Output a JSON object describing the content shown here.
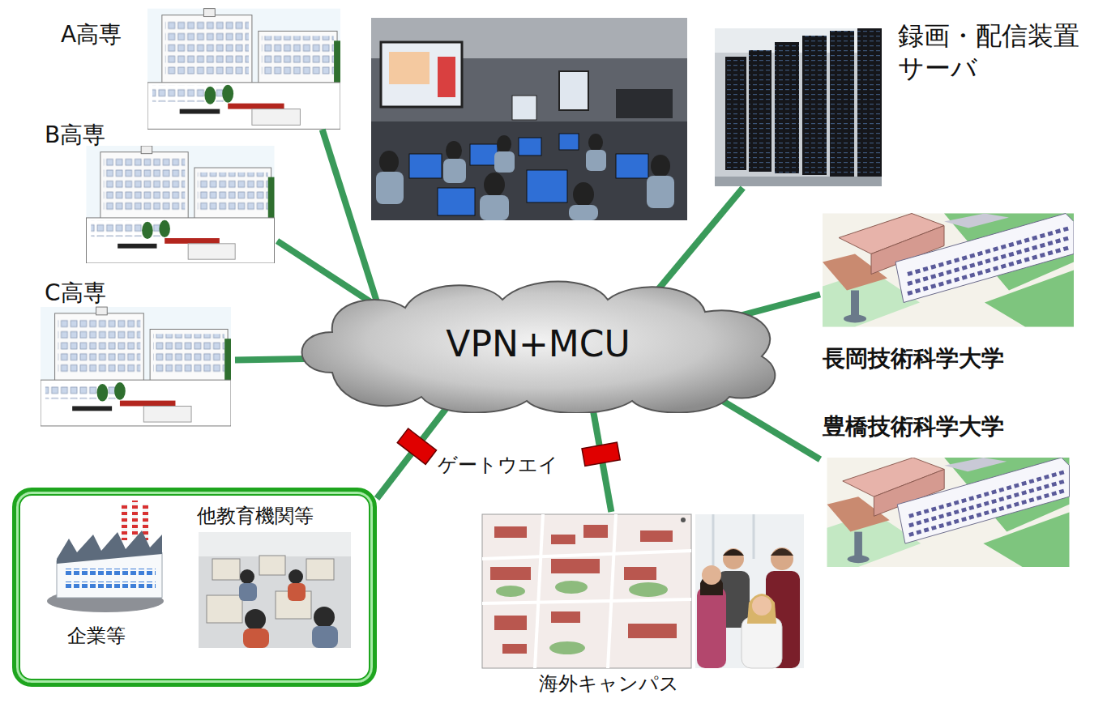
{
  "diagram": {
    "nodes": [
      {
        "text": [
          "A高専"
        ]
      },
      {
        "text": [
          "B高専"
        ]
      },
      {
        "text": [
          "C高専"
        ]
      },
      {
        "text": [
          "VPN+MCU"
        ]
      },
      {
        "text": [
          "録画・配信装置 サーバ"
        ]
      },
      {
        "text": [
          "長岡技術科学大学"
        ]
      },
      {
        "text": [
          "豊橋技術科学大学"
        ]
      },
      {
        "text": [
          "他教育機関等",
          "企業等"
        ]
      },
      {
        "text": [
          "海外キャンパス"
        ]
      }
    ],
    "edges": [
      {
        "from": 3,
        "to": 0,
        "arrow": "none"
      },
      {
        "from": 3,
        "to": 1,
        "arrow": "none"
      },
      {
        "from": 3,
        "to": 2,
        "arrow": "none"
      },
      {
        "from": 3,
        "to": 4,
        "arrow": "none"
      },
      {
        "from": 3,
        "to": 5,
        "arrow": "none"
      },
      {
        "from": 3,
        "to": 6,
        "arrow": "none"
      },
      {
        "from": 3,
        "to": 7,
        "arrow": "none"
      },
      {
        "from": 3,
        "to": 8,
        "arrow": "none"
      }
    ],
    "labels": [
      "ゲートウエイ"
    ]
  }
}
